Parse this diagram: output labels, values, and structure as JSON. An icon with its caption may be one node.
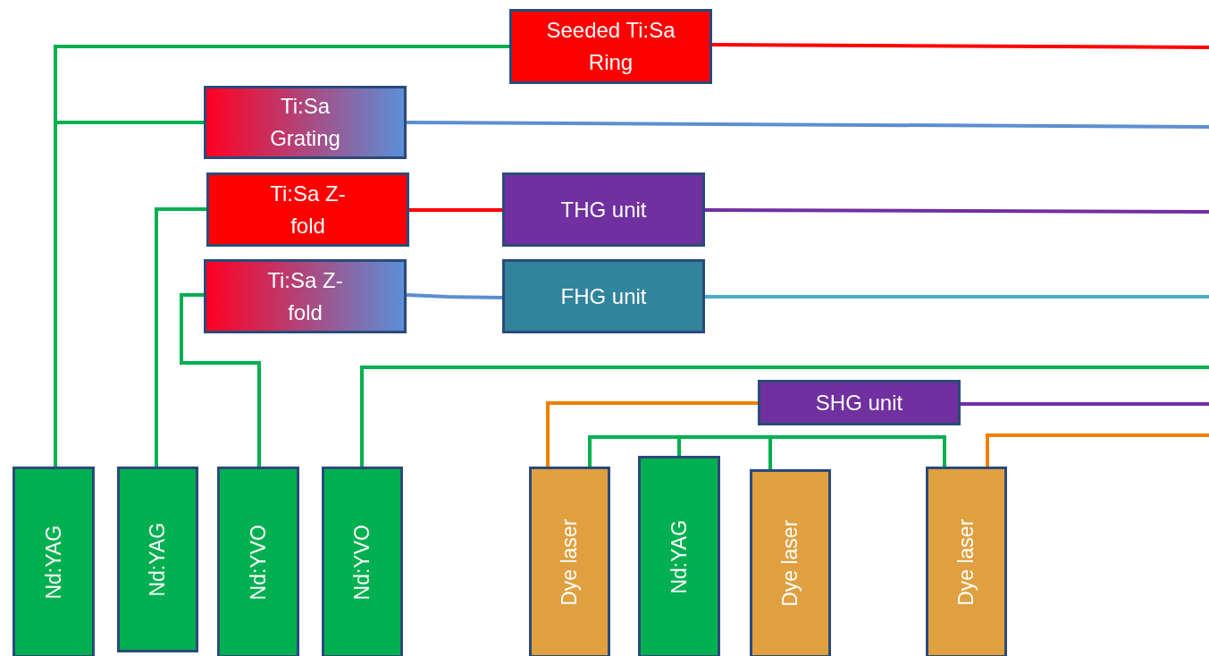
{
  "diagram": {
    "nodes": [
      {
        "text": [
          "Seeded Ti:Sa Ring"
        ]
      },
      {
        "text": [
          "Ti:Sa Grating"
        ]
      },
      {
        "text": [
          "Ti:Sa Z-fold"
        ]
      },
      {
        "text": [
          "THG unit"
        ]
      },
      {
        "text": [
          "Ti:Sa Z-fold"
        ]
      },
      {
        "text": [
          "FHG unit"
        ]
      },
      {
        "text": [
          "SHG unit"
        ]
      },
      {
        "text": [
          "Nd:YAG"
        ]
      },
      {
        "text": [
          "Nd:YAG"
        ]
      },
      {
        "text": [
          "Nd:YVO"
        ]
      },
      {
        "text": [
          "Nd:YVO"
        ]
      },
      {
        "text": [
          "Dye laser"
        ]
      },
      {
        "text": [
          "Nd:YAG"
        ]
      },
      {
        "text": [
          "Dye laser"
        ]
      },
      {
        "text": [
          "Dye laser"
        ]
      }
    ],
    "edges": [
      {
        "from": 7,
        "to": 0,
        "arrow": "none"
      },
      {
        "from": 7,
        "to": 1,
        "arrow": "none"
      },
      {
        "from": 8,
        "to": 2,
        "arrow": "none"
      },
      {
        "from": 9,
        "to": 4,
        "arrow": "none"
      },
      {
        "from": 10,
        "to": null,
        "arrow": "none"
      },
      {
        "from": 0,
        "to": null,
        "arrow": "none",
        "color": "#ff0000"
      },
      {
        "from": 1,
        "to": null,
        "arrow": "none",
        "color": "#5b8fd0"
      },
      {
        "from": 2,
        "to": 3,
        "arrow": "none",
        "color": "#ff0000"
      },
      {
        "from": 3,
        "to": null,
        "arrow": "none",
        "color": "#7030a0"
      },
      {
        "from": 4,
        "to": 5,
        "arrow": "none",
        "color": "#5b8fd0"
      },
      {
        "from": 5,
        "to": null,
        "arrow": "none",
        "color": "#4bacc6"
      },
      {
        "from": 11,
        "to": 6,
        "arrow": "none",
        "color": "#f08000"
      },
      {
        "from": 6,
        "to": null,
        "arrow": "none",
        "color": "#7030a0"
      },
      {
        "from": 12,
        "to": 11,
        "arrow": "none"
      },
      {
        "from": 12,
        "to": 13,
        "arrow": "none"
      },
      {
        "from": 12,
        "to": 14,
        "arrow": "none"
      },
      {
        "from": 14,
        "to": null,
        "arrow": "none",
        "color": "#f08000"
      }
    ]
  }
}
